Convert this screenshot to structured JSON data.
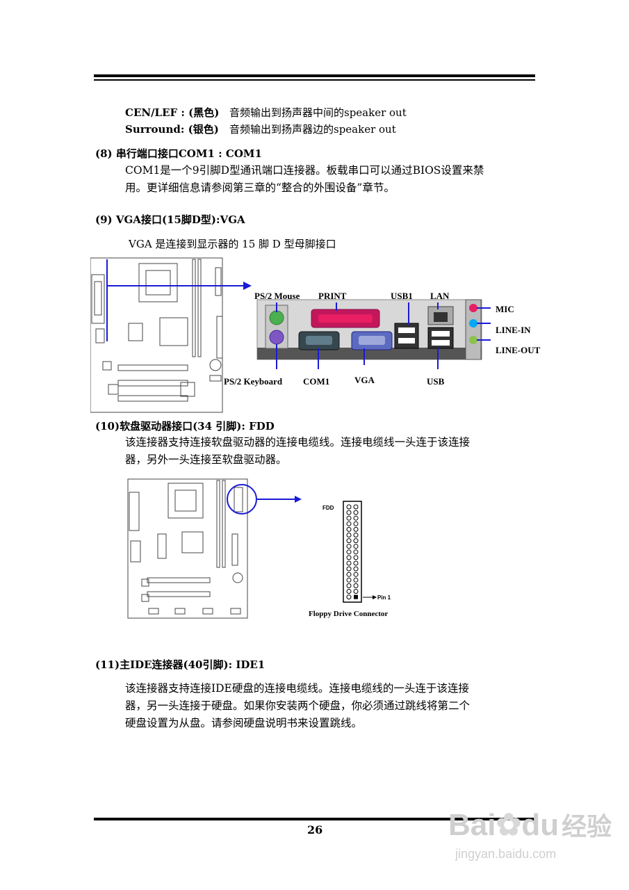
{
  "header": {},
  "audio": {
    "cen_label": "CEN/LEF : (黑色)",
    "cen_desc": "音频输出到扬声器中间的speaker out",
    "sur_label": "Surround: (银色)",
    "sur_desc": "音频输出到扬声器边的speaker out"
  },
  "section8": {
    "heading": "(8)  串行端口接口COM1 : COM1",
    "line1": "COM1是一个9引脚D型通讯端口连接器。板载串口可以通过BIOS设置来禁",
    "line2": "用。更详细信息请参阅第三章的“整合的外围设备”章节。"
  },
  "section9": {
    "heading": "(9) VGA接口(15脚D型):VGA",
    "desc": "VGA 是连接到显示器的 15 脚 D 型母脚接口"
  },
  "io_panel": {
    "ps2_mouse": "PS/2 Mouse",
    "print": "PRINT",
    "usb1": "USB1",
    "lan": "LAN",
    "mic": "MIC",
    "line_in": "LINE-IN",
    "line_out": "LINE-OUT",
    "ps2_keyboard": "PS/2 Keyboard",
    "com1": "COM1",
    "vga": "VGA",
    "usb": "USB"
  },
  "section10": {
    "heading": "(10)软盘驱动器接口(34 引脚): FDD",
    "line1": "该连接器支持连接软盘驱动器的连接电缆线。连接电缆线一头连于该连接",
    "line2": "器，另外一头连接至软盘驱动器。"
  },
  "fdd_diagram": {
    "label": "FDD",
    "pin1": "Pin 1",
    "caption": "Floppy Drive Connector"
  },
  "section11": {
    "heading": "(11)主IDE连接器(40引脚): IDE1",
    "line1": "该连接器支持连接IDE硬盘的连接电缆线。连接电缆线的一头连于该连接",
    "line2": "器，另一头连接于硬盘。如果你安装两个硬盘，你必须通过跳线将第二个",
    "line3": "硬盘设置为从盘。请参阅硬盘说明书来设置跳线。"
  },
  "footer": {
    "page_number": "26"
  },
  "watermark": {
    "brand": "Bai",
    "brand2": "du",
    "brand_cn": "经验",
    "url": "jingyan.baidu.com"
  },
  "colors": {
    "arrow": "#1a1ad6",
    "text": "#000000"
  }
}
